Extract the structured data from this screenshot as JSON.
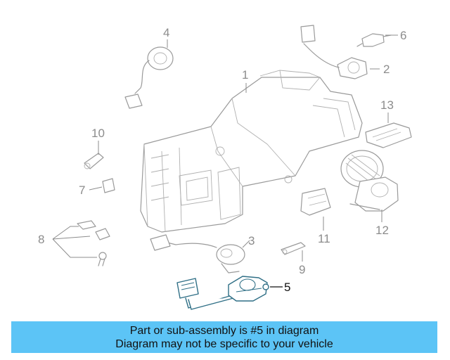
{
  "callouts": {
    "c1": "1",
    "c2": "2",
    "c3": "3",
    "c4": "4",
    "c5": "5",
    "c6": "6",
    "c7": "7",
    "c8": "8",
    "c9": "9",
    "c10": "10",
    "c11": "11",
    "c12": "12",
    "c13": "13"
  },
  "banner": {
    "line1": "Part or sub-assembly is #5 in diagram",
    "line2": "Diagram may not be specific to your vehicle"
  },
  "colors": {
    "banner_background": "#5cc4f6",
    "highlight_part": "#2f6f86",
    "part_lines": "#9a9a9a"
  },
  "highlighted_callout": "5"
}
